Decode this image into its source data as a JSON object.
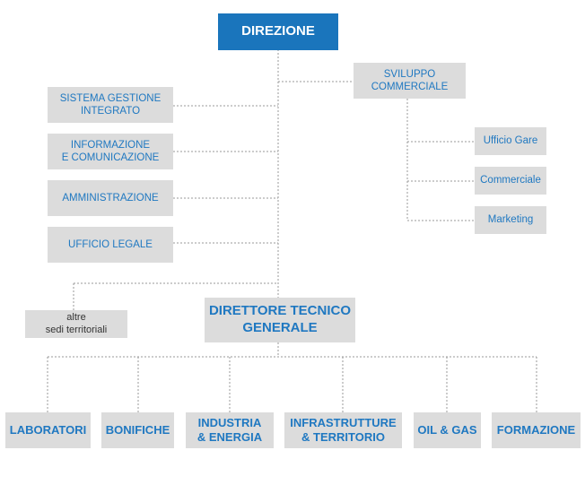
{
  "top": {
    "label": "DIREZIONE"
  },
  "staff": [
    {
      "label": "SISTEMA GESTIONE\nINTEGRATO"
    },
    {
      "label": "INFORMAZIONE\nE COMUNICAZIONE"
    },
    {
      "label": "AMMINISTRAZIONE"
    },
    {
      "label": "UFFICIO LEGALE"
    }
  ],
  "sviluppo": {
    "label": "SVILUPPO\nCOMMERCIALE"
  },
  "sviluppo_children": [
    {
      "label": "Ufficio Gare"
    },
    {
      "label": "Commerciale"
    },
    {
      "label": "Marketing"
    }
  ],
  "altre": {
    "label": "altre\nsedi territoriali"
  },
  "direttore": {
    "label": "DIRETTORE TECNICO\nGENERALE"
  },
  "departments": [
    {
      "label": "LABORATORI"
    },
    {
      "label": "BONIFICHE"
    },
    {
      "label": "INDUSTRIA\n& ENERGIA"
    },
    {
      "label": "INFRASTRUTTURE\n& TERRITORIO"
    },
    {
      "label": "OIL & GAS"
    },
    {
      "label": "FORMAZIONE"
    }
  ],
  "colors": {
    "primary_blue": "#1a75bc",
    "text_blue": "#1f78c1",
    "box_grey": "#dcdcdc",
    "connector": "#999999"
  }
}
